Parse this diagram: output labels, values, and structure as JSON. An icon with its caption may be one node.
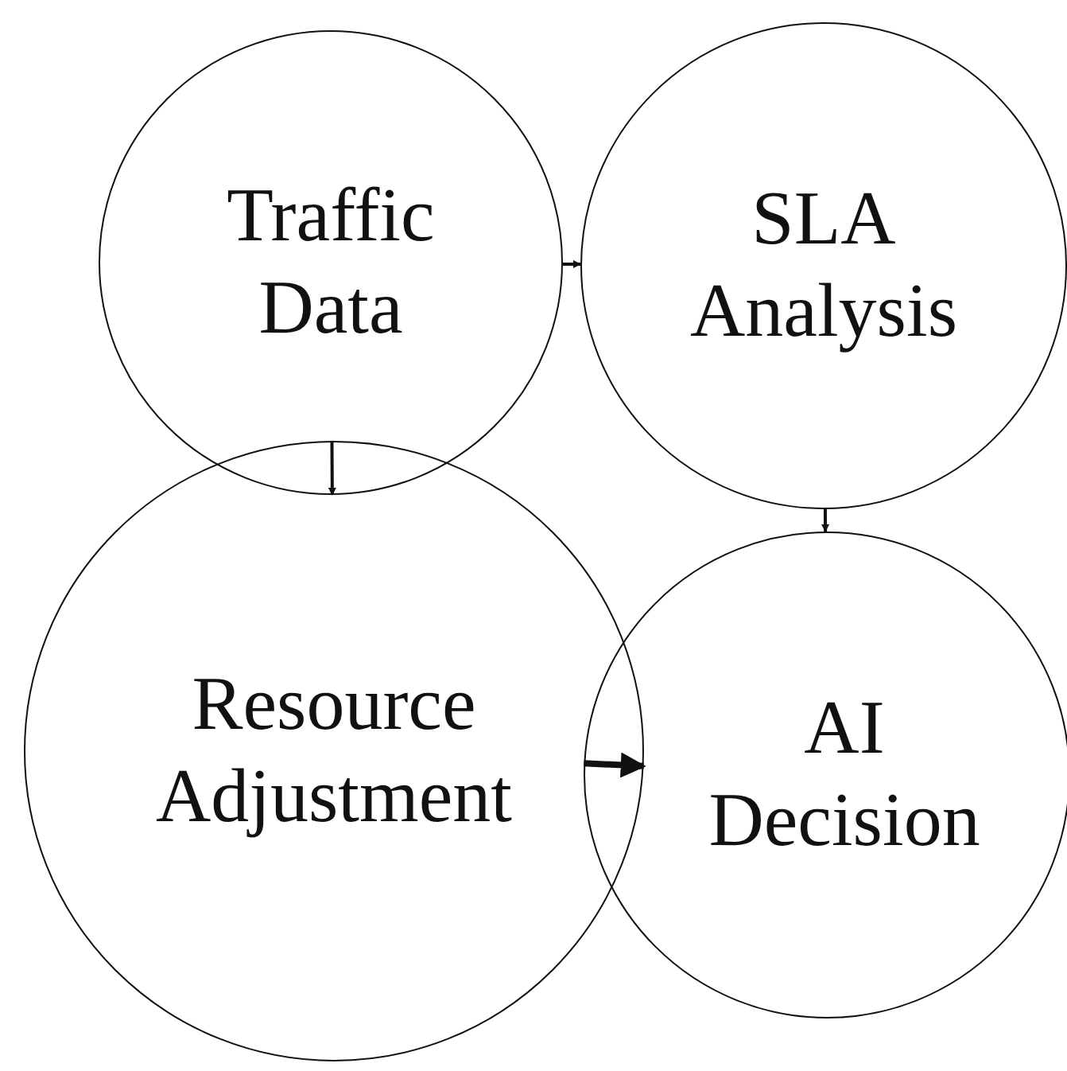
{
  "diagram": {
    "nodes": [
      {
        "text": [
          "Traffic Data"
        ]
      },
      {
        "text": [
          "SLA Analysis"
        ]
      },
      {
        "text": [
          "Resource Adjustment"
        ]
      },
      {
        "text": [
          "AI Decision"
        ]
      }
    ],
    "edges": [
      {
        "from": 0,
        "to": 1,
        "arrow": "to"
      },
      {
        "from": 0,
        "to": 2,
        "arrow": "to"
      },
      {
        "from": 1,
        "to": 3,
        "arrow": "to"
      },
      {
        "from": 2,
        "to": 3,
        "arrow": "to",
        "style": "thick"
      }
    ]
  }
}
